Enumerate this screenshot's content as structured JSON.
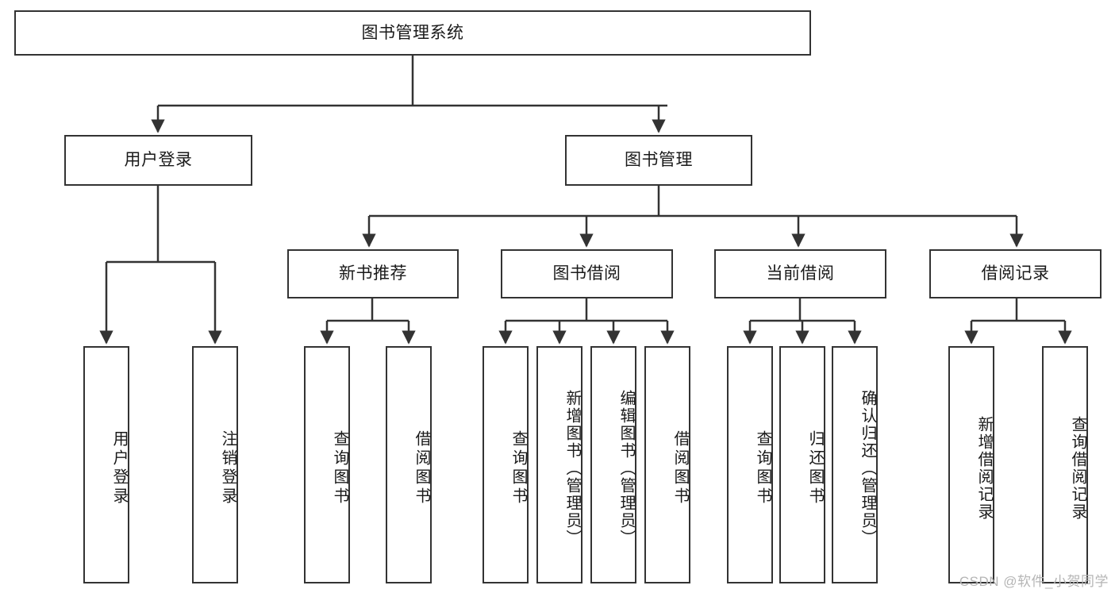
{
  "diagram": {
    "type": "tree-hierarchy",
    "title": "图书管理系统",
    "root": {
      "id": "root",
      "label": "图书管理系统"
    },
    "level2": [
      {
        "id": "user-login",
        "label": "用户登录"
      },
      {
        "id": "book-management",
        "label": "图书管理"
      }
    ],
    "level3": [
      {
        "id": "new-book-recommend",
        "label": "新书推荐",
        "parent": "book-management"
      },
      {
        "id": "book-borrow",
        "label": "图书借阅",
        "parent": "book-management"
      },
      {
        "id": "current-borrow",
        "label": "当前借阅",
        "parent": "book-management"
      },
      {
        "id": "borrow-record",
        "label": "借阅记录",
        "parent": "book-management"
      }
    ],
    "leaves": {
      "user-login": [
        {
          "id": "leaf-user-login",
          "label": "用户登录"
        },
        {
          "id": "leaf-user-logout",
          "label": "注销登录"
        }
      ],
      "new-book-recommend": [
        {
          "id": "leaf-query-book-1",
          "label": "查询图书"
        },
        {
          "id": "leaf-borrow-book-1",
          "label": "借阅图书"
        }
      ],
      "book-borrow": [
        {
          "id": "leaf-query-book-2",
          "label": "查询图书"
        },
        {
          "id": "leaf-add-book",
          "label": "新增图书（管理员）"
        },
        {
          "id": "leaf-edit-book",
          "label": "编辑图书（管理员）"
        },
        {
          "id": "leaf-borrow-book-2",
          "label": "借阅图书"
        }
      ],
      "current-borrow": [
        {
          "id": "leaf-query-book-3",
          "label": "查询图书"
        },
        {
          "id": "leaf-return-book",
          "label": "归还图书"
        },
        {
          "id": "leaf-confirm-return",
          "label": "确认归还（管理员）"
        }
      ],
      "borrow-record": [
        {
          "id": "leaf-add-record",
          "label": "新增借阅记录"
        },
        {
          "id": "leaf-query-record",
          "label": "查询借阅记录"
        }
      ]
    }
  },
  "watermark": {
    "text": "CSDN @软件_小贺同学"
  },
  "colors": {
    "border": "#333333",
    "background": "#ffffff",
    "text": "#1a1a1a",
    "watermark": "#b5b5b5"
  }
}
